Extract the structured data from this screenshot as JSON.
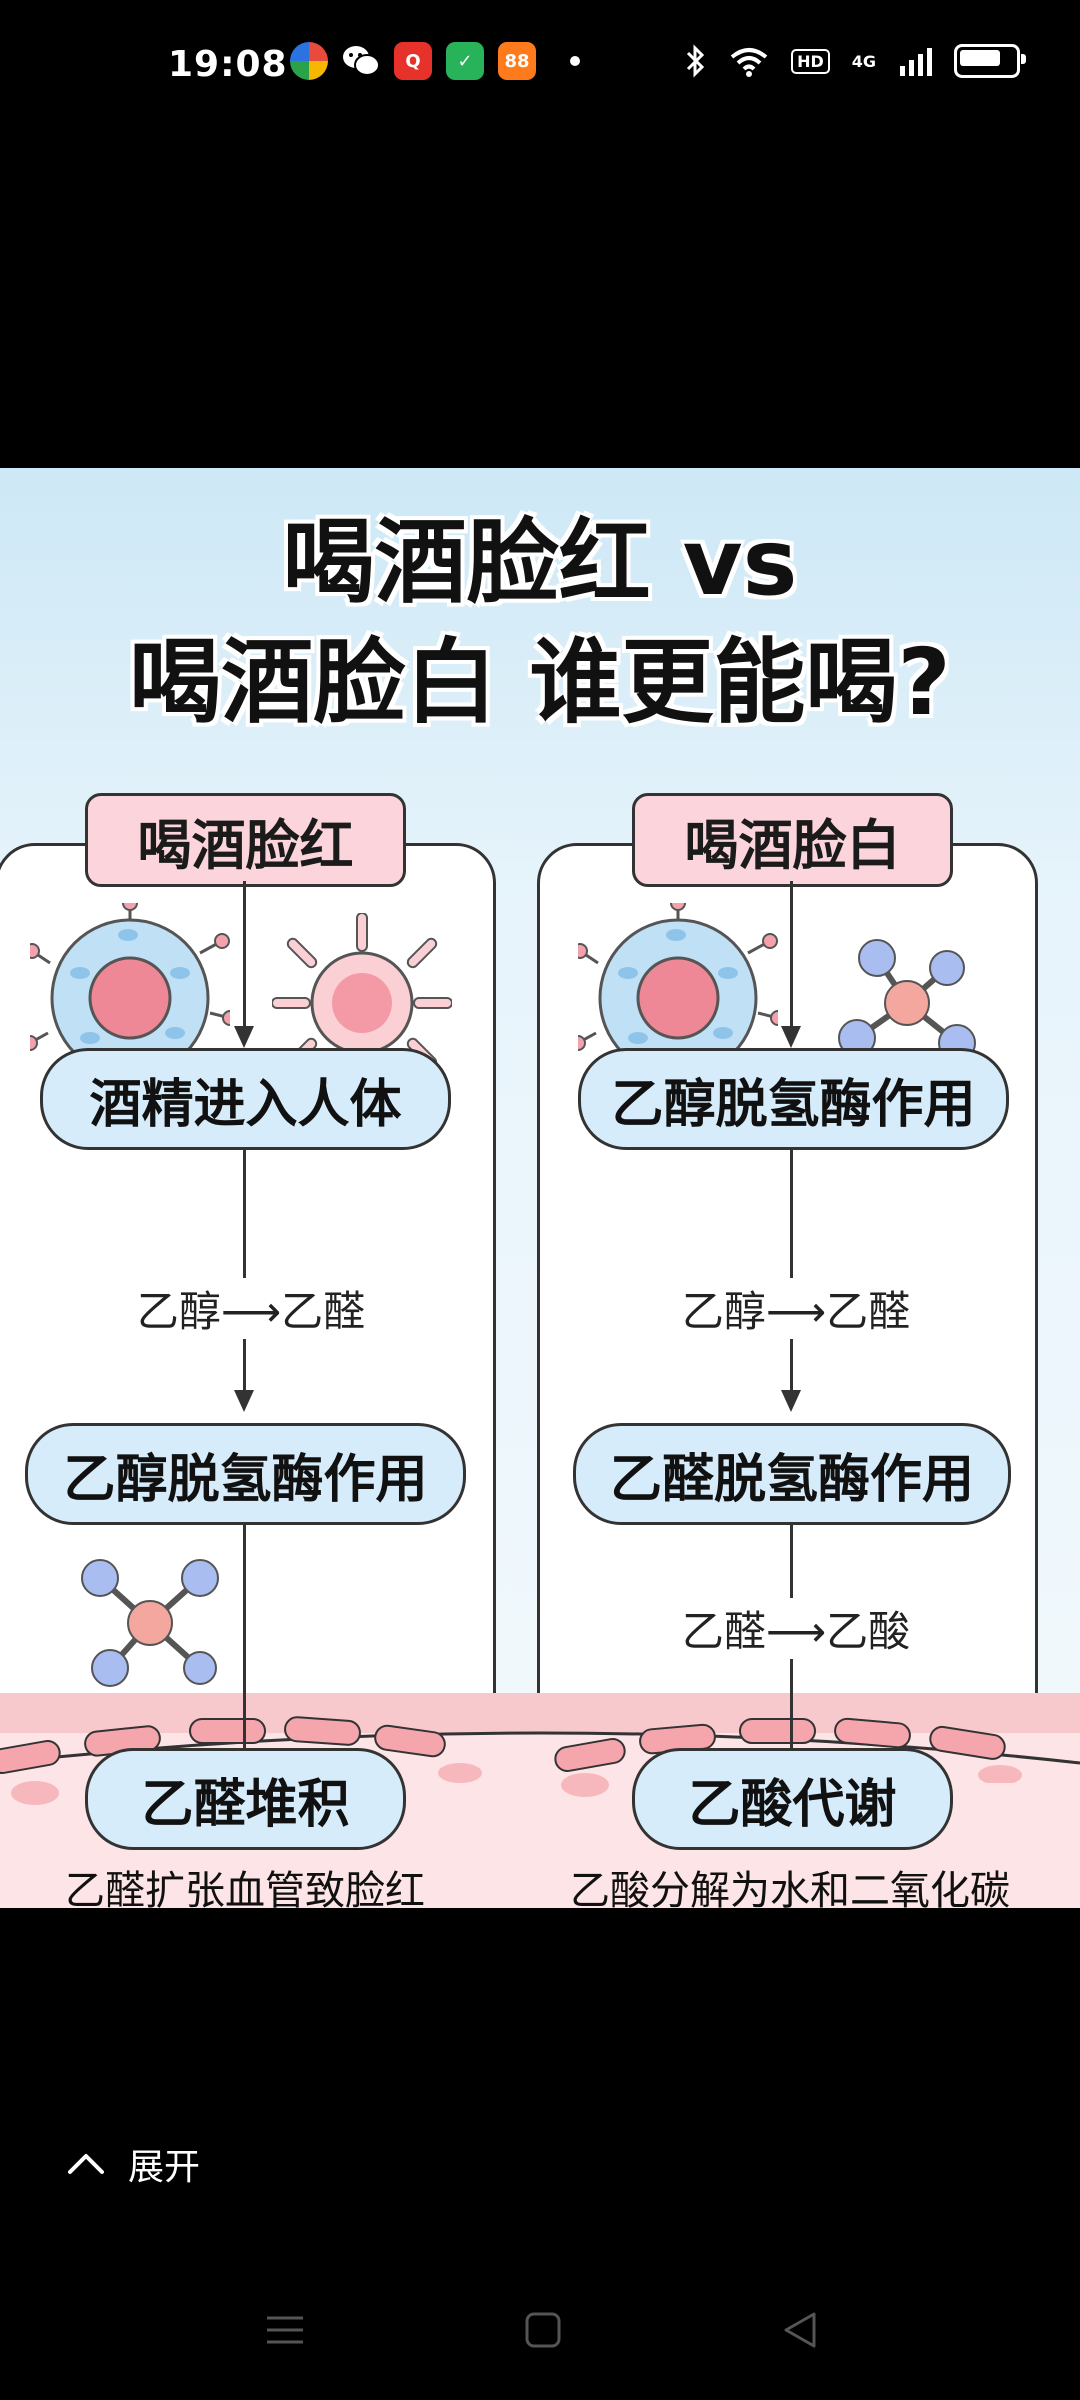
{
  "status_bar": {
    "time": "19:08",
    "hd_badge": "HD",
    "network": "4G",
    "app_red_badge": "Q",
    "app_green_badge": "✓",
    "app_orange_badge": "88"
  },
  "image": {
    "title_line1": "喝酒脸红 vs",
    "title_line2": "喝酒脸白 谁更能喝?",
    "left": {
      "tab": "喝酒脸红",
      "step1": "酒精进入人体",
      "reaction1": "乙醇⟶乙醛",
      "step2": "乙醇脱氢酶作用",
      "step3": "乙醛堆积",
      "note": "乙醛扩张血管致脸红"
    },
    "right": {
      "tab": "喝酒脸白",
      "step1": "乙醇脱氢酶作用",
      "reaction1": "乙醇⟶乙醛",
      "step2": "乙醛脱氢酶作用",
      "reaction2": "乙醛⟶乙酸",
      "step3": "乙酸代谢",
      "note": "乙酸分解为水和二氧化碳"
    }
  },
  "expand": {
    "label": "展开"
  },
  "colors": {
    "pill": "#d6ecfa",
    "tab": "#fbd5db",
    "membrane": "#fde4e6"
  }
}
